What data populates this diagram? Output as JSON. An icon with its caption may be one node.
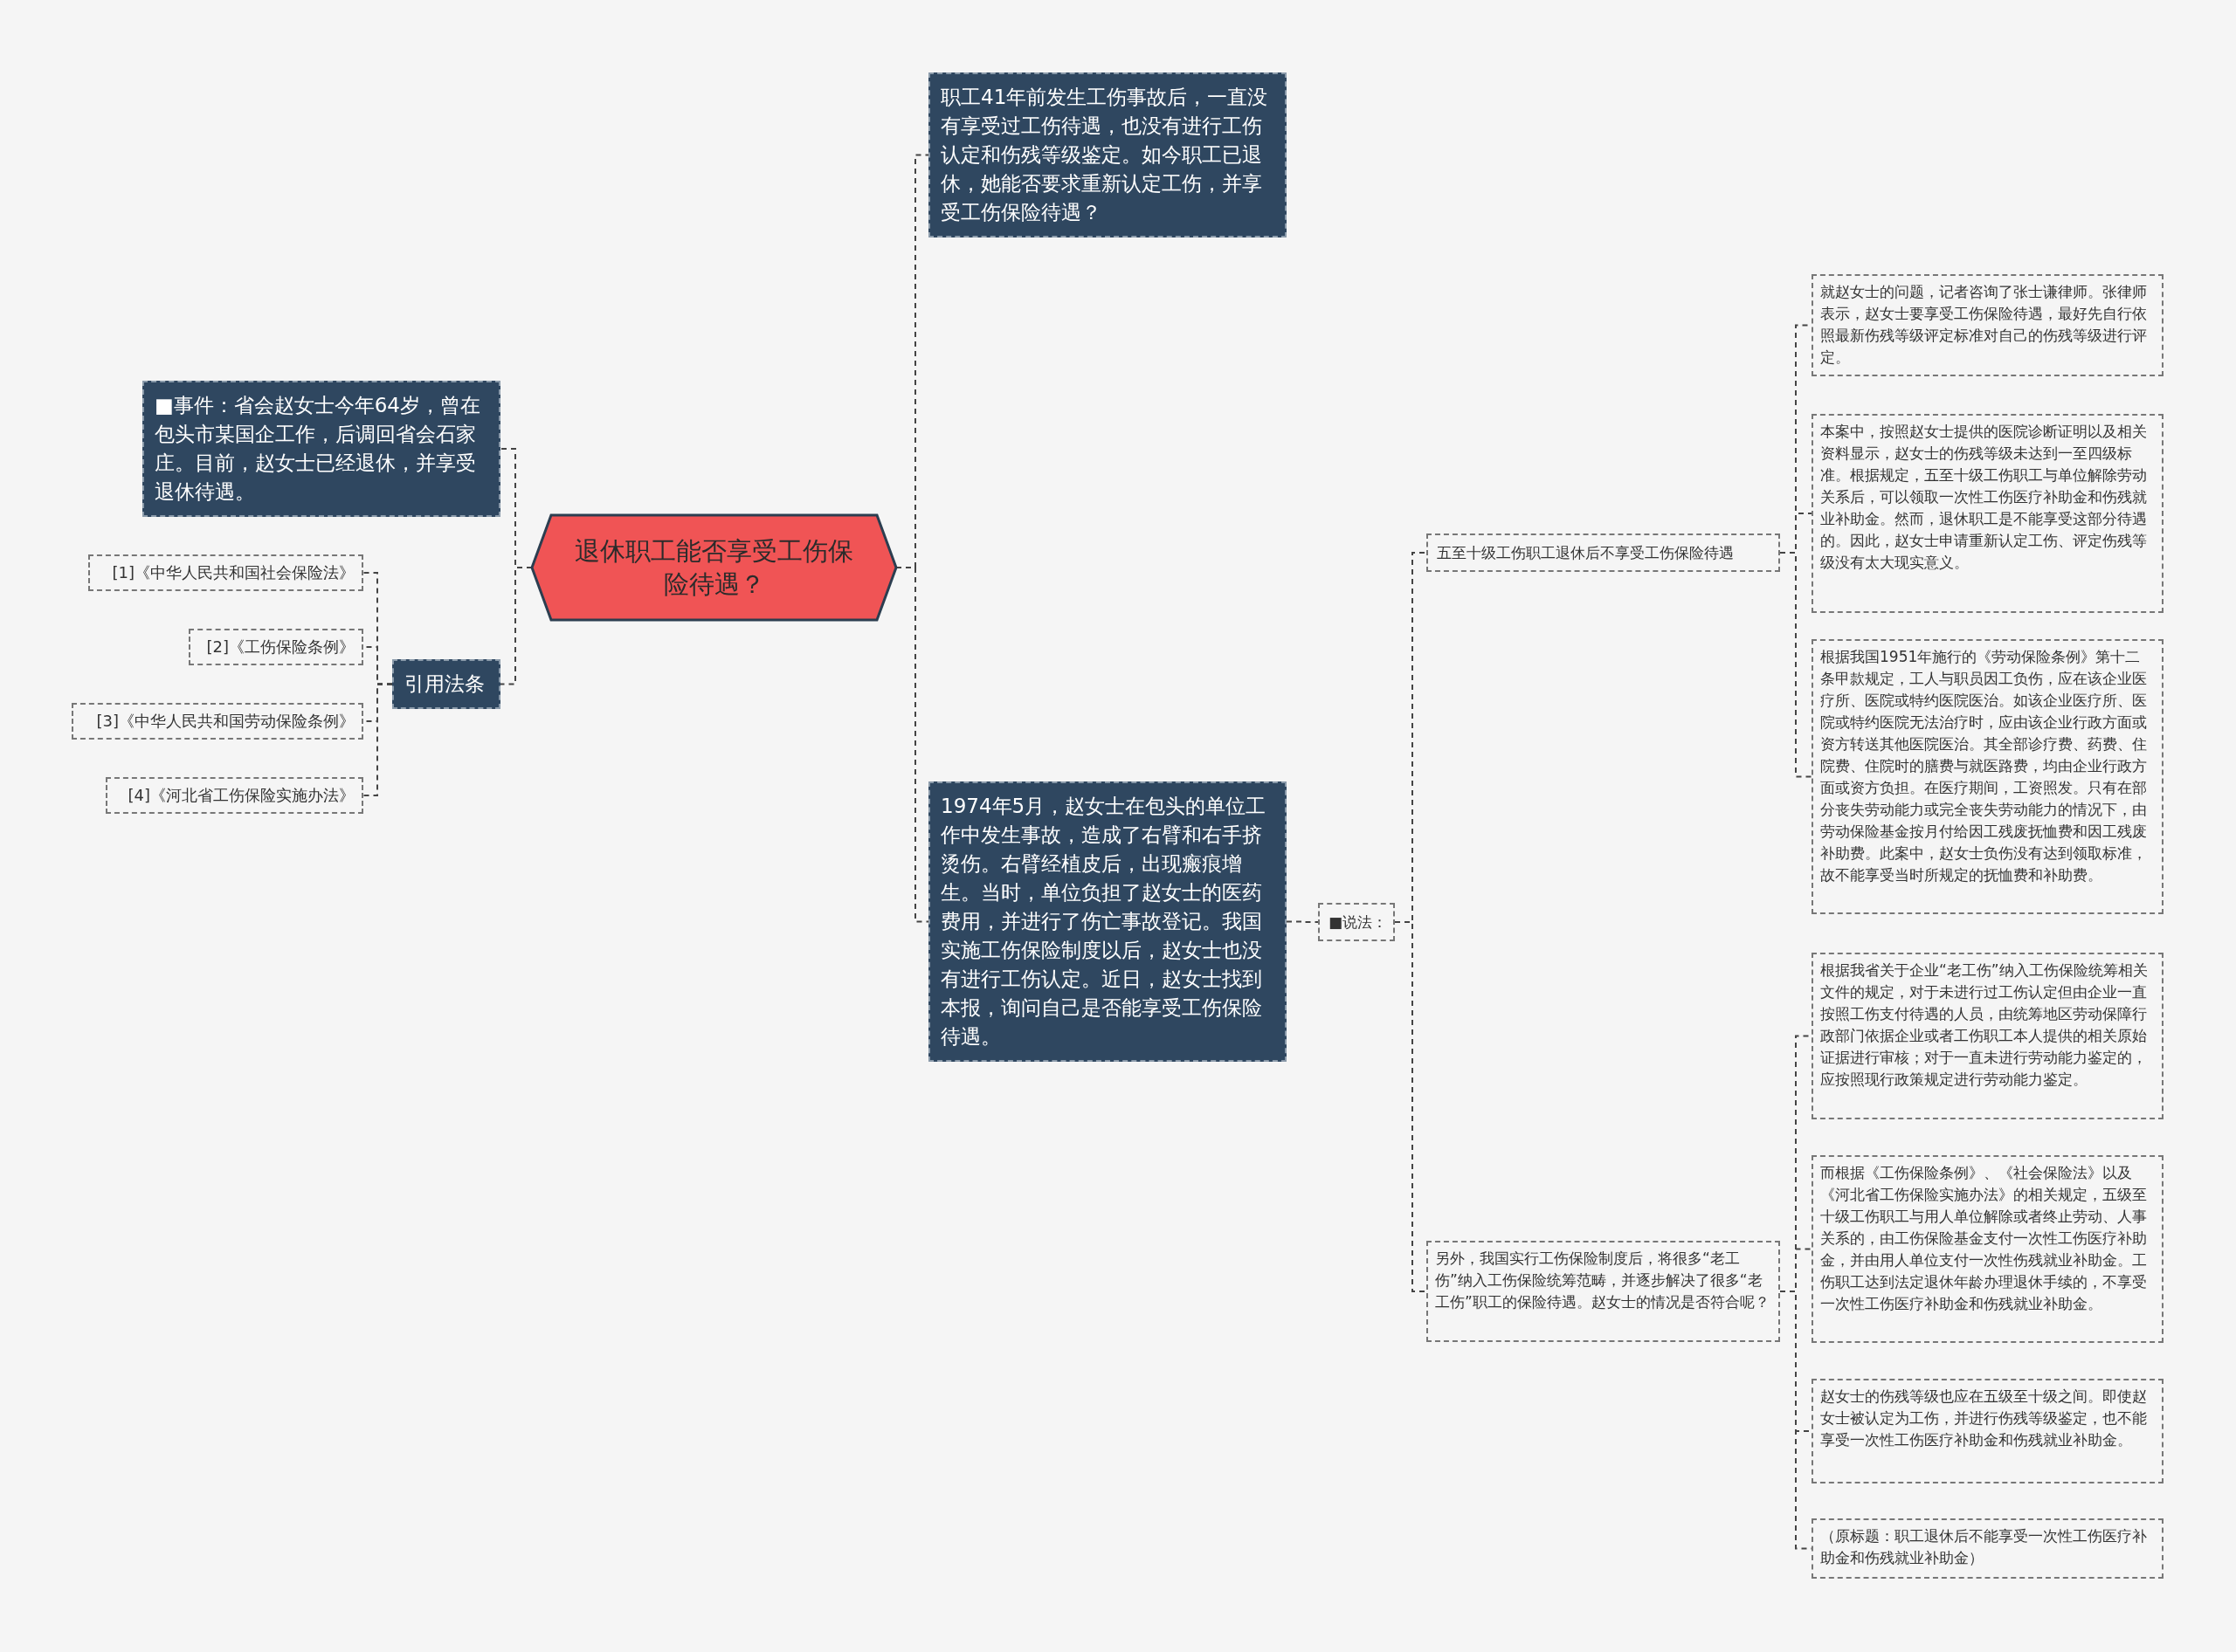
{
  "diagram": {
    "nodes": [
      {
        "text": [
          "退休职工能否享受工伤保险待遇？"
        ]
      },
      {
        "text": [
          "■事件：省会赵女士今年64岁，曾在包头市某国企工作，后调回省会石家庄。目前，赵女士已经退休，并享受退休待遇。"
        ]
      },
      {
        "text": [
          "引用法条"
        ]
      },
      {
        "text": [
          "[1]《中华人民共和国社会保险法》"
        ]
      },
      {
        "text": [
          "[2]《工伤保险条例》"
        ]
      },
      {
        "text": [
          "[3]《中华人民共和国劳动保险条例》"
        ]
      },
      {
        "text": [
          "[4]《河北省工伤保险实施办法》"
        ]
      },
      {
        "text": [
          "职工41年前发生工伤事故后，一直没有享受过工伤待遇，也没有进行工伤认定和伤残等级鉴定。如今职工已退休，她能否要求重新认定工伤，并享受工伤保险待遇？"
        ]
      },
      {
        "text": [
          "1974年5月，赵女士在包头的单位工作中发生事故，造成了右臂和右手挤烫伤。右臂经植皮后，出现瘢痕增生。当时，单位负担了赵女士的医药费用，并进行了伤亡事故登记。我国实施工伤保险制度以后，赵女士也没有进行工伤认定。近日，赵女士找到本报，询问自己是否能享受工伤保险待遇。"
        ]
      },
      {
        "text": [
          "■说法："
        ]
      },
      {
        "text": [
          "五至十级工伤职工退休后不享受工伤保险待遇"
        ]
      },
      {
        "text": [
          "就赵女士的问题，记者咨询了张士谦律师。张律师表示，赵女士要享受工伤保险待遇，最好先自行依照最新伤残等级评定标准对自己的伤残等级进行评定。"
        ]
      },
      {
        "text": [
          "本案中，按照赵女士提供的医院诊断证明以及相关资料显示，赵女士的伤残等级未达到一至四级标准。根据规定，五至十级工伤职工与单位解除劳动关系后，可以领取一次性工伤医疗补助金和伤残就业补助金。然而，退休职工是不能享受这部分待遇的。因此，赵女士申请重新认定工伤、评定伤残等级没有太大现实意义。"
        ]
      },
      {
        "text": [
          "根据我国1951年施行的《劳动保险条例》第十二条甲款规定，工人与职员因工负伤，应在该企业医疗所、医院或特约医院医治。如该企业医疗所、医院或特约医院无法治疗时，应由该企业行政方面或资方转送其他医院医治。其全部诊疗费、药费、住院费、住院时的膳费与就医路费，均由企业行政方面或资方负担。在医疗期间，工资照发。只有在部分丧失劳动能力或完全丧失劳动能力的情况下，由劳动保险基金按月付给因工残废抚恤费和因工残废补助费。此案中，赵女士负伤没有达到领取标准，故不能享受当时所规定的抚恤费和补助费。"
        ]
      },
      {
        "text": [
          "另外，我国实行工伤保险制度后，将很多“老工伤”纳入工伤保险统筹范畴，并逐步解决了很多“老工伤”职工的保险待遇。赵女士的情况是否符合呢？"
        ]
      },
      {
        "text": [
          "根据我省关于企业“老工伤”纳入工伤保险统筹相关文件的规定，对于未进行过工伤认定但由企业一直按照工伤支付待遇的人员，由统筹地区劳动保障行政部门依据企业或者工伤职工本人提供的相关原始证据进行审核；对于一直未进行劳动能力鉴定的，应按照现行政策规定进行劳动能力鉴定。"
        ]
      },
      {
        "text": [
          "而根据《工伤保险条例》、《社会保险法》以及《河北省工伤保险实施办法》的相关规定，五级至十级工伤职工与用人单位解除或者终止劳动、人事关系的，由工伤保险基金支付一次性工伤医疗补助金，并由用人单位支付一次性伤残就业补助金。工伤职工达到法定退休年龄办理退休手续的，不享受一次性工伤医疗补助金和伤残就业补助金。"
        ]
      },
      {
        "text": [
          "赵女士的伤残等级也应在五级至十级之间。即使赵女士被认定为工伤，并进行伤残等级鉴定，也不能享受一次性工伤医疗补助金和伤残就业补助金。"
        ]
      },
      {
        "text": [
          "（原标题：职工退休后不能享受一次性工伤医疗补助金和伤残就业补助金）"
        ]
      }
    ],
    "edges": [
      {
        "from": 0,
        "to": 1,
        "arrow": "none",
        "style": "dashed"
      },
      {
        "from": 0,
        "to": 2,
        "arrow": "none",
        "style": "dashed"
      },
      {
        "from": 2,
        "to": 3,
        "arrow": "none",
        "style": "dashed"
      },
      {
        "from": 2,
        "to": 4,
        "arrow": "none",
        "style": "dashed"
      },
      {
        "from": 2,
        "to": 5,
        "arrow": "none",
        "style": "dashed"
      },
      {
        "from": 2,
        "to": 6,
        "arrow": "none",
        "style": "dashed"
      },
      {
        "from": 0,
        "to": 7,
        "arrow": "none",
        "style": "dashed"
      },
      {
        "from": 0,
        "to": 8,
        "arrow": "none",
        "style": "dashed"
      },
      {
        "from": 8,
        "to": 9,
        "arrow": "none",
        "style": "dashed"
      },
      {
        "from": 9,
        "to": 10,
        "arrow": "none",
        "style": "dashed"
      },
      {
        "from": 9,
        "to": 14,
        "arrow": "none",
        "style": "dashed"
      },
      {
        "from": 10,
        "to": 11,
        "arrow": "none",
        "style": "dashed"
      },
      {
        "from": 10,
        "to": 12,
        "arrow": "none",
        "style": "dashed"
      },
      {
        "from": 10,
        "to": 13,
        "arrow": "none",
        "style": "dashed"
      },
      {
        "from": 14,
        "to": 15,
        "arrow": "none",
        "style": "dashed"
      },
      {
        "from": 14,
        "to": 16,
        "arrow": "none",
        "style": "dashed"
      },
      {
        "from": 14,
        "to": 17,
        "arrow": "none",
        "style": "dashed"
      },
      {
        "from": 14,
        "to": 18,
        "arrow": "none",
        "style": "dashed"
      }
    ]
  }
}
